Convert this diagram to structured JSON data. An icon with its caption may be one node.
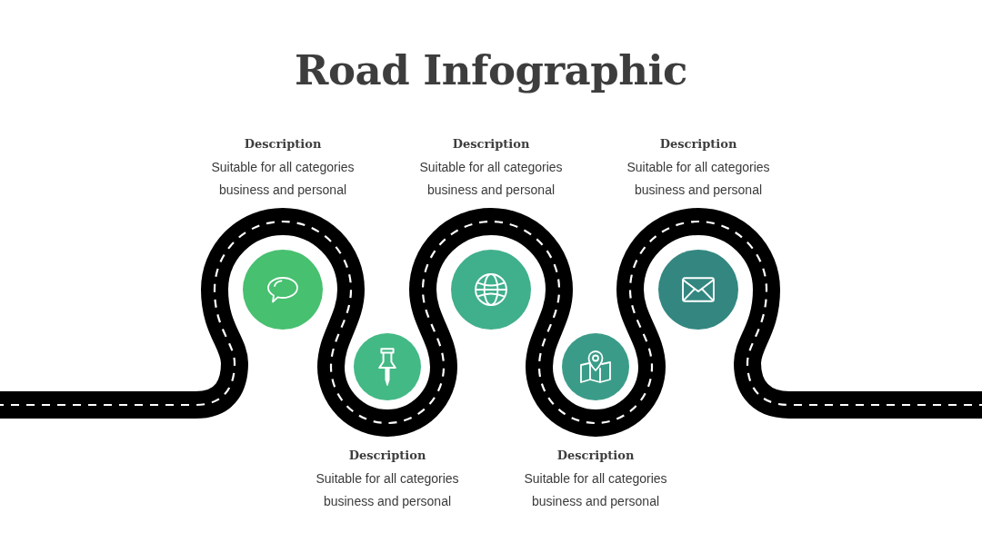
{
  "diagram": {
    "title": "Road Infographic",
    "nodes": [
      {
        "text": [],
        "shape": "circle",
        "beside": [
          "Description",
          "Suitable for all categories business and personal"
        ]
      },
      {
        "text": [],
        "shape": "circle",
        "beside": [
          "Description",
          "Suitable for all categories business and personal"
        ]
      },
      {
        "text": [],
        "shape": "circle",
        "beside": [
          "Description",
          "Suitable for all categories business and personal"
        ]
      },
      {
        "text": [],
        "shape": "circle",
        "beside": [
          "Description",
          "Suitable for all categories business and personal"
        ]
      },
      {
        "text": [],
        "shape": "circle",
        "beside": [
          "Description",
          "Suitable for all categories business and personal"
        ]
      }
    ]
  }
}
